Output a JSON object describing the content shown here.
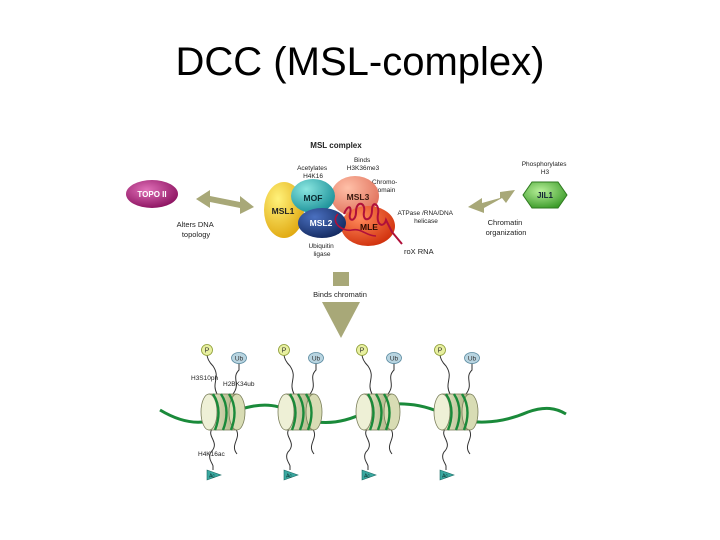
{
  "slide": {
    "title": "DCC (MSL-complex)"
  },
  "colors": {
    "arrow": "#a8a878",
    "topo": "#a02074",
    "jil": "#4caf50",
    "msl1": "#f2c81e",
    "mof": "#2ab0b0",
    "msl2": "#1e3a7a",
    "msl3": "#f08a70",
    "mle": "#e8401c",
    "rox": "#b0103a",
    "chromatin": "#1a8a3a",
    "nucleosome": "#c8cca0"
  },
  "diagram": {
    "header": "MSL complex",
    "topo": "TOPO II",
    "jil": "JIL1",
    "msl1": "MSL1",
    "mof": "MOF",
    "msl2": "MSL2",
    "msl3": "MSL3",
    "mle": "MLE",
    "acetylates": [
      "Acetylates",
      "H4K16"
    ],
    "binds_h3": [
      "Binds",
      "H3K36me3"
    ],
    "chromo": [
      "Chromo-",
      "domain"
    ],
    "phosph": [
      "Phosphorylates",
      "H3"
    ],
    "alters": [
      "Alters DNA",
      "topology"
    ],
    "chromatin_org": [
      "Chromatin",
      "organization"
    ],
    "atpase": [
      "ATPase /RNA/DNA",
      "helicase"
    ],
    "ubiquitin": [
      "Ubiquitin",
      "ligase"
    ],
    "rox": "roX RNA",
    "binds_chromatin": "Binds chromatin",
    "mark_p": "P",
    "mark_ub": "Ub",
    "mark_ac": "Ac",
    "h3s10ph": "H3S10ph",
    "h2bk34ub": "H2BK34ub",
    "h4k16ac": "H4K16ac"
  }
}
